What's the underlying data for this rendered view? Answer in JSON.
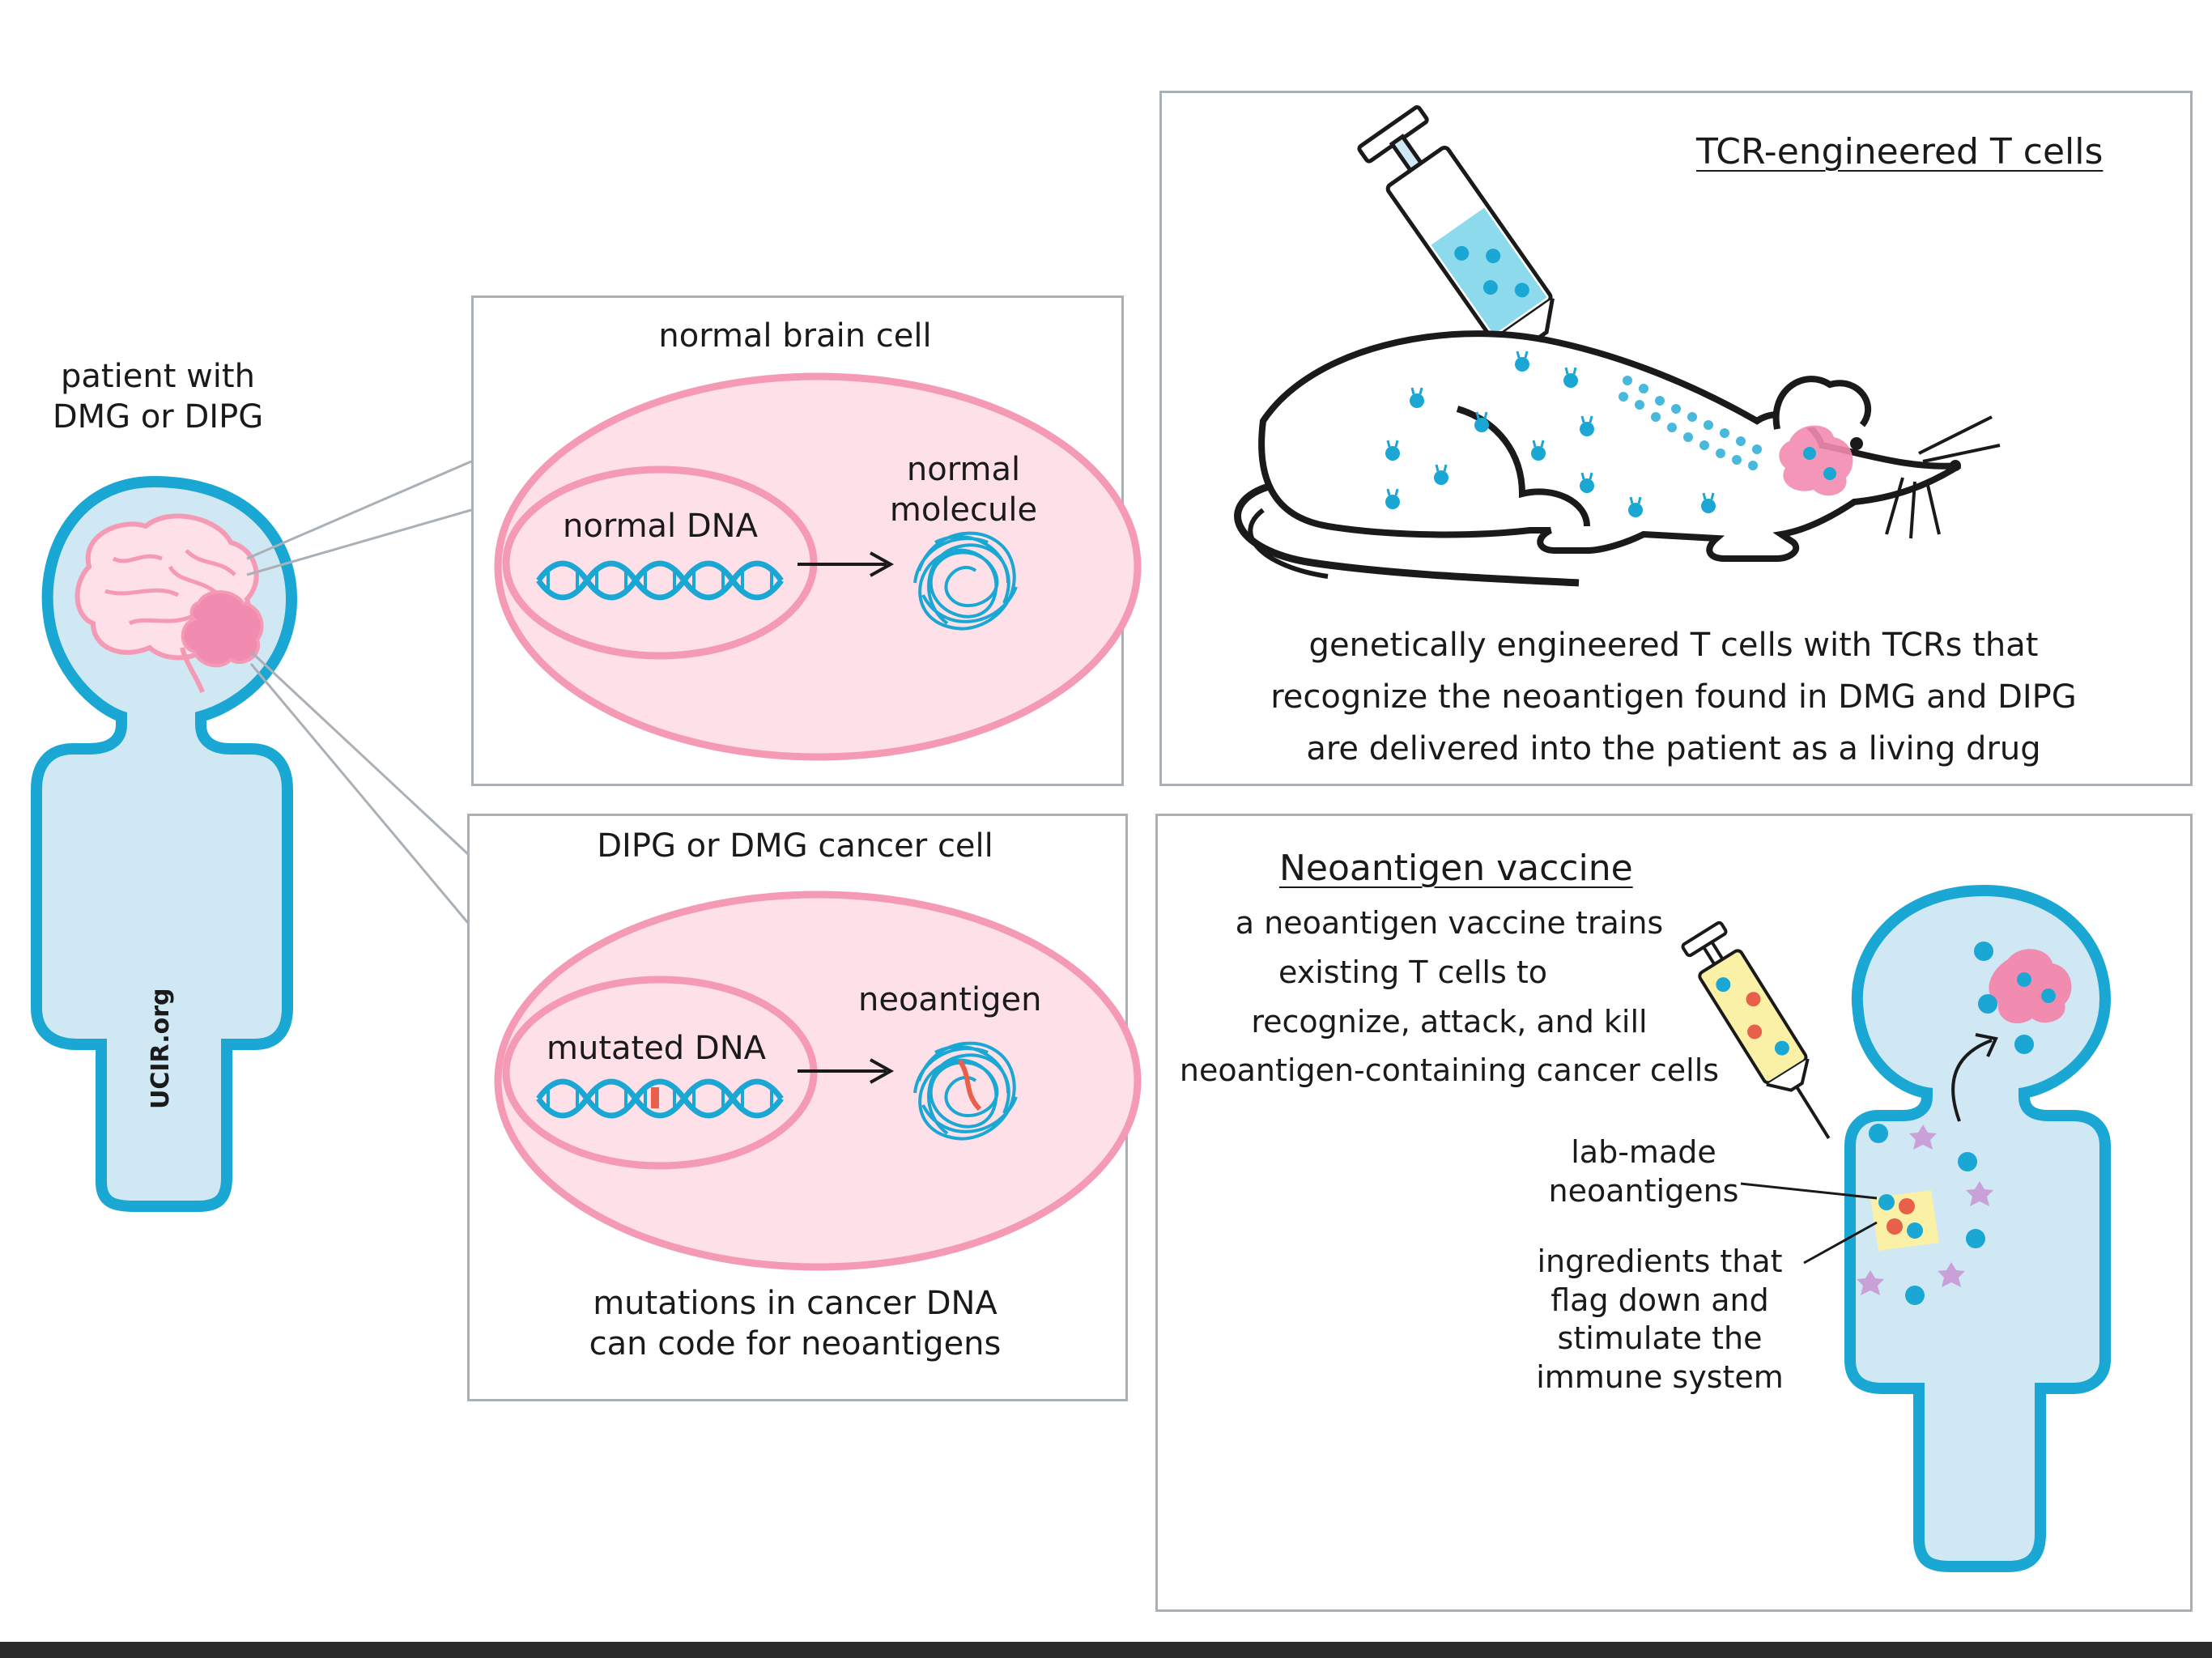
{
  "patient": {
    "label_line1": "patient with",
    "label_line2": "DMG or DIPG",
    "watermark": "UCIR.org"
  },
  "normal_cell_panel": {
    "title": "normal brain cell",
    "dna_label": "normal DNA",
    "product_label_line1": "normal",
    "product_label_line2": "molecule"
  },
  "cancer_cell_panel": {
    "title": "DIPG or DMG cancer cell",
    "dna_label": "mutated DNA",
    "product_label": "neoantigen",
    "caption_line1": "mutations in cancer DNA",
    "caption_line2": "can code for neoantigens"
  },
  "tcr_panel": {
    "title": "TCR-engineered T cells",
    "caption_line1": "genetically engineered T cells with TCRs that",
    "caption_line2": "recognize the neoantigen found in DMG and DIPG",
    "caption_line3": "are delivered into the patient as a living drug"
  },
  "vaccine_panel": {
    "title": "Neoantigen vaccine",
    "desc_line1": "a neoantigen vaccine trains",
    "desc_line2": "existing T cells to",
    "desc_line3": "recognize, attack, and kill",
    "desc_line4": "neoantigen-containing cancer cells",
    "callout1_line1": "lab-made",
    "callout1_line2": "neoantigens",
    "callout2_line1": "ingredients that",
    "callout2_line2": "flag down and",
    "callout2_line3": "stimulate the",
    "callout2_line4": "immune system"
  },
  "colors": {
    "body_blue": "#1ba7d4",
    "body_fill": "#cfe8f3",
    "cell_pink": "#f49ab5",
    "cell_fill": "#fde0e8",
    "tumor_pink": "#f28bb0",
    "vaccine_yellow": "#fbf1a6",
    "purple_cell": "#c9a0d8",
    "panel_border": "#a9b0b6"
  }
}
